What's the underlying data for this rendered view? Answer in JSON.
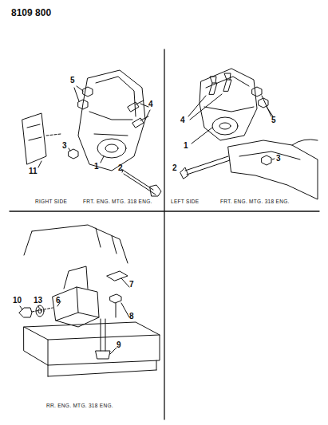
{
  "diagram": {
    "labels": [
      "8109 800",
      "5",
      "4",
      "3",
      "11",
      "1",
      "2",
      "RIGHT SIDE",
      "FRT. ENG. MTG. 318 ENG.",
      "4",
      "5",
      "1",
      "3",
      "2",
      "LEFT SIDE",
      "FRT. ENG. MTG. 318 ENG.",
      "10",
      "13",
      "6",
      "7",
      "8",
      "9",
      "RR. ENG. MTG. 318 ENG."
    ]
  }
}
